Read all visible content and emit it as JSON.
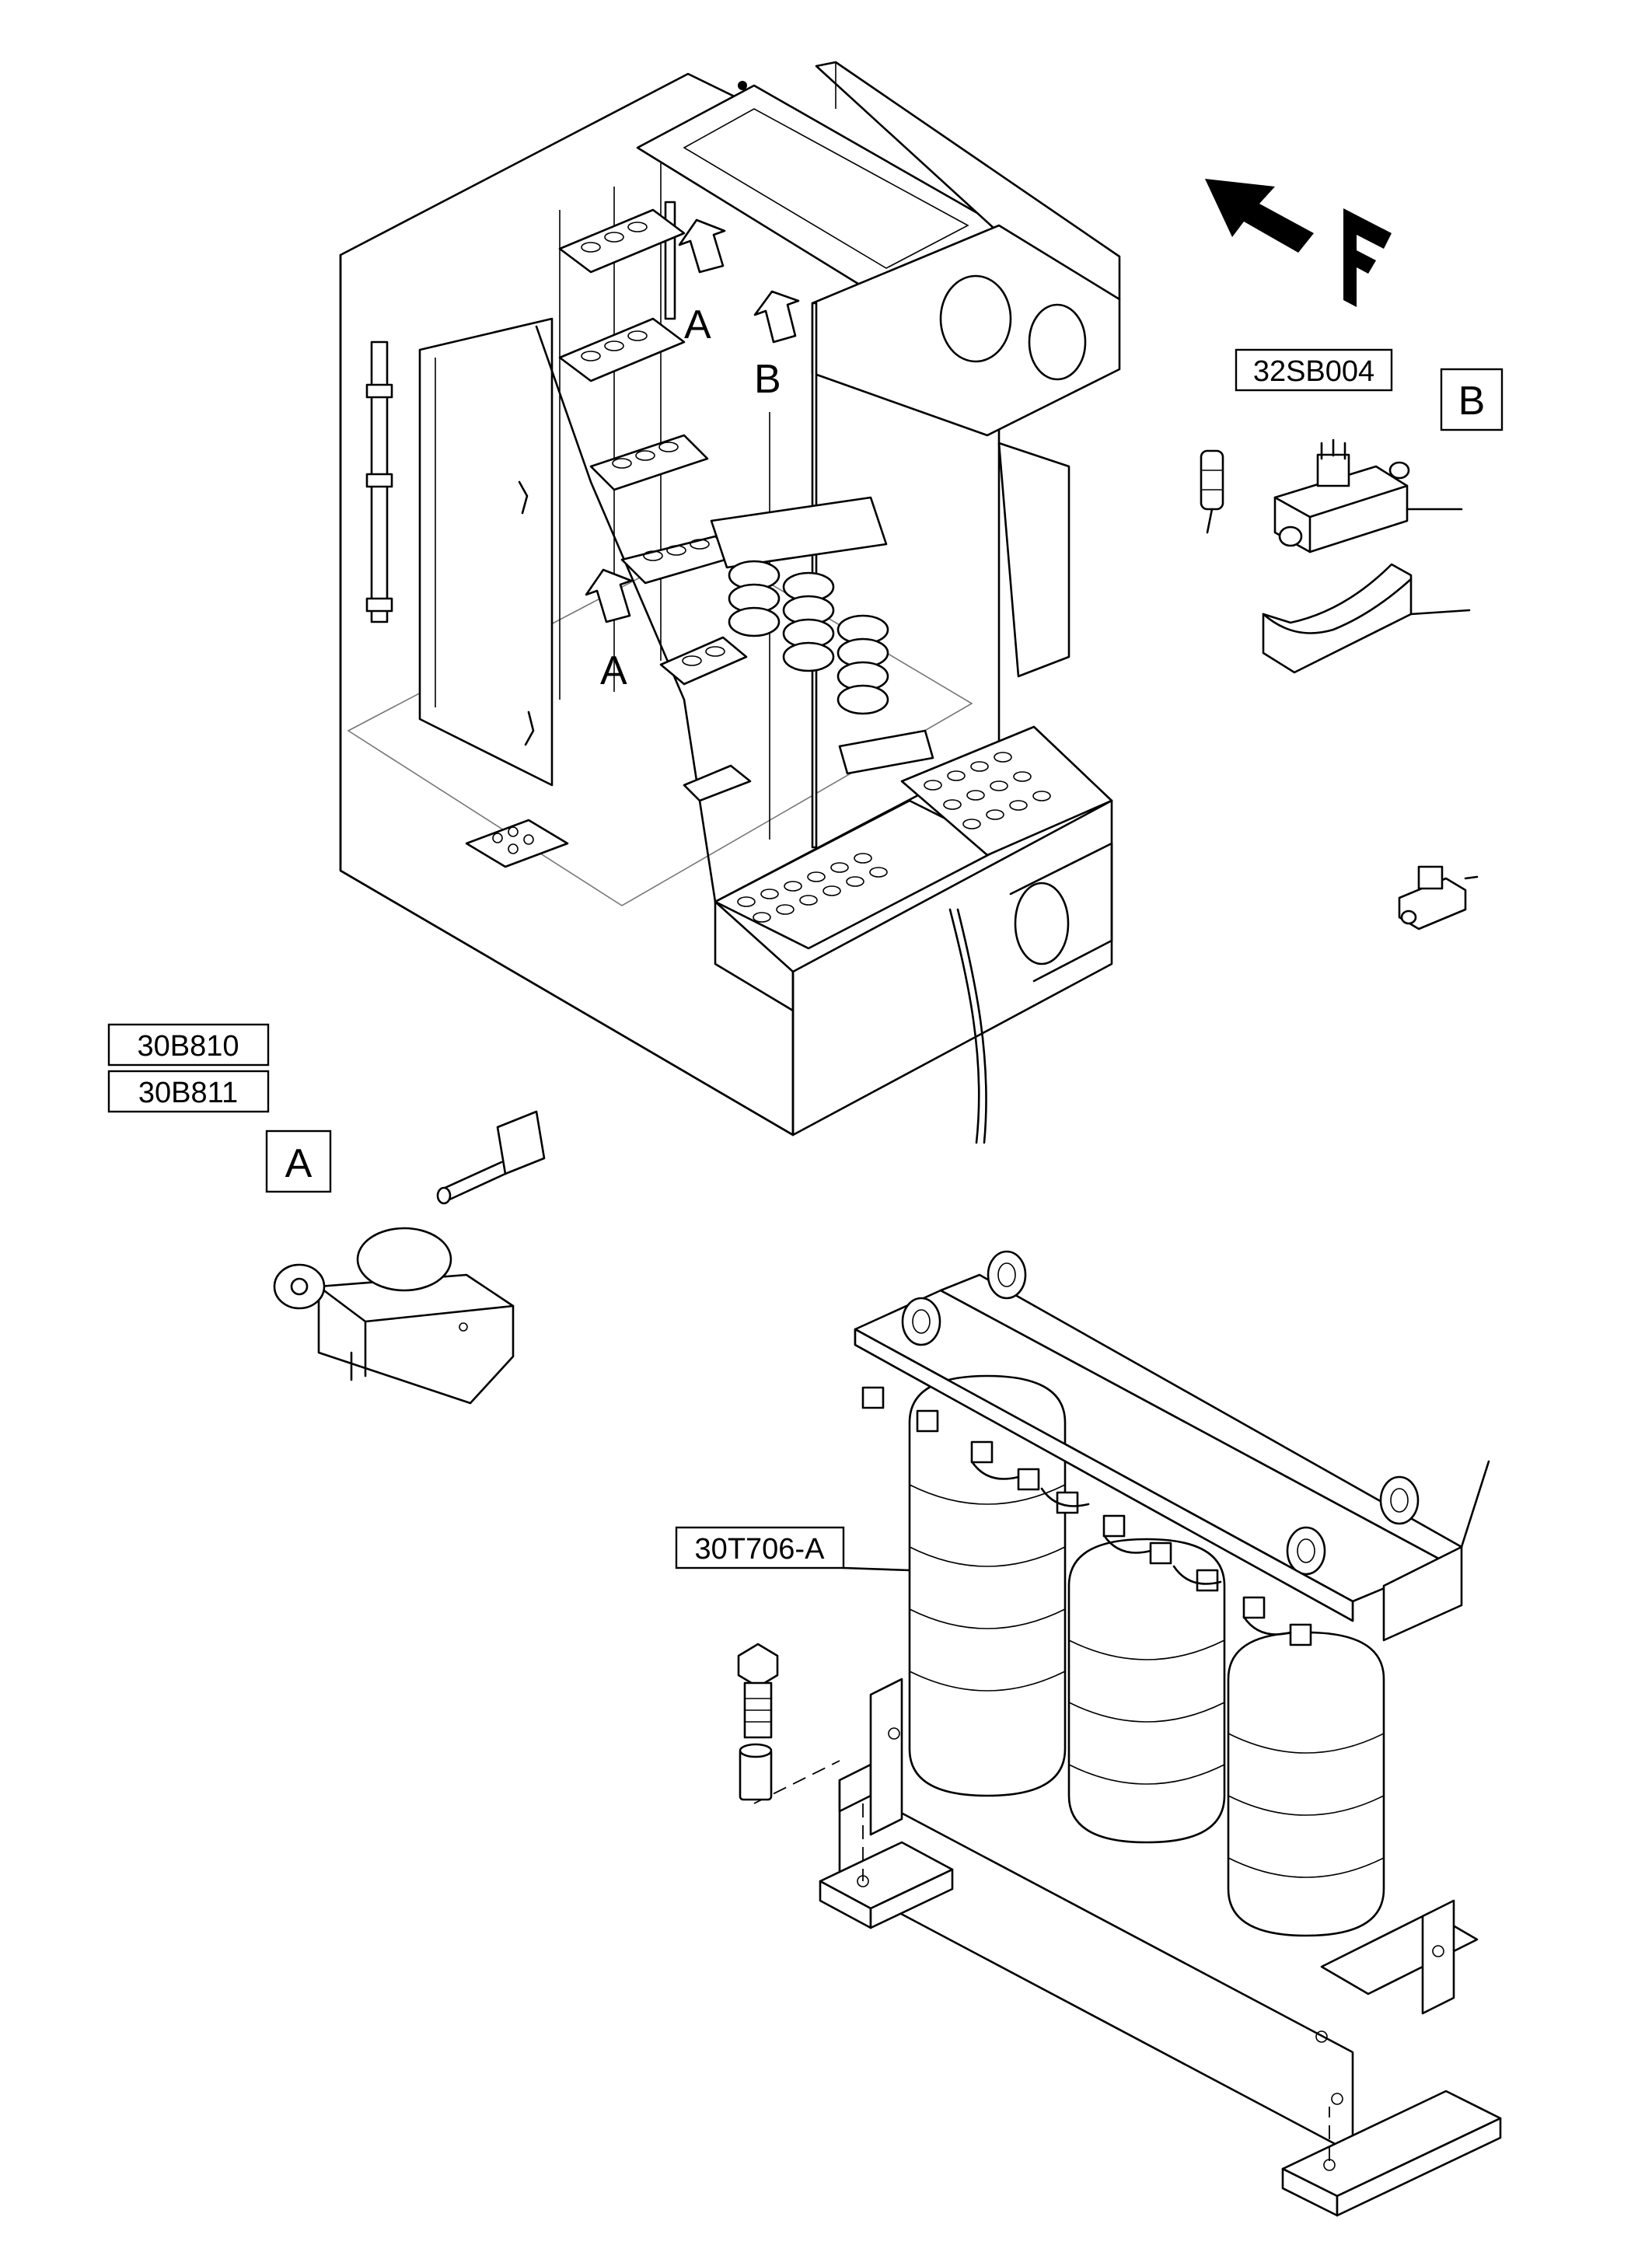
{
  "labels": {
    "arrow_a_upper": "A",
    "arrow_b": "B",
    "arrow_a_lower": "A",
    "box_32sb004": "32SB004",
    "callout_b": "B",
    "box_30b810": "30B810",
    "box_30b811": "30B811",
    "callout_a": "A",
    "box_30t706a": "30T706-A"
  },
  "icons": {
    "front_arrow": "front-direction-arrow",
    "front_letter": "F"
  }
}
